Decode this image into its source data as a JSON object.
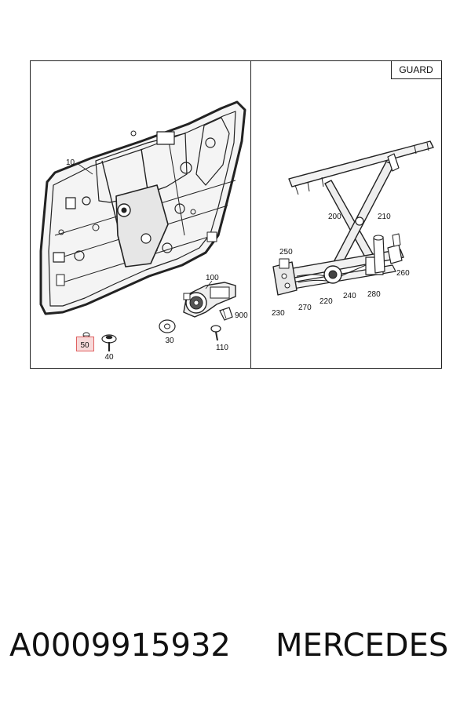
{
  "diagram": {
    "tag": "GUARD",
    "callouts": {
      "c10": "10",
      "c30": "30",
      "c40": "40",
      "c50": "50",
      "c100": "100",
      "c110": "110",
      "c900": "900",
      "c200": "200",
      "c210": "210",
      "c230": "230",
      "c240": "240",
      "c250": "250",
      "c260": "260",
      "c270": "270",
      "c280": "280",
      "c220": "220"
    },
    "highlight_color": "#e06060"
  },
  "footer": {
    "part_number": "A0009915932",
    "brand": "MERCEDES"
  }
}
